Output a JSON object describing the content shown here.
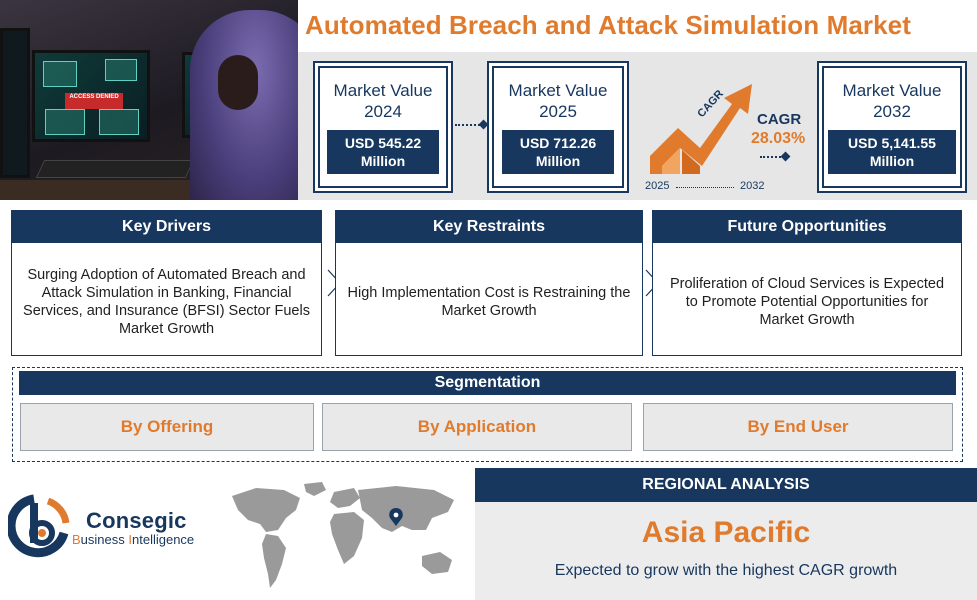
{
  "title": "Automated Breach and Attack Simulation Market",
  "hero": {
    "screen_text": "ACCESS DENIED"
  },
  "market_values": [
    {
      "label_line1": "Market Value",
      "label_line2": "2024",
      "value_line1": "USD 545.22",
      "value_line2": "Million"
    },
    {
      "label_line1": "Market Value",
      "label_line2": "2025",
      "value_line1": "USD 712.26",
      "value_line2": "Million"
    },
    {
      "label_line1": "Market Value",
      "label_line2": "2032",
      "value_line1": "USD 5,141.55",
      "value_line2": "Million"
    }
  ],
  "cagr": {
    "arrow_label": "CAGR",
    "label": "CAGR",
    "value": "28.03%",
    "start_year": "2025",
    "end_year": "2032"
  },
  "boxes": [
    {
      "header": "Key Drivers",
      "text": "Surging Adoption of Automated Breach and Attack Simulation in Banking, Financial Services, and Insurance (BFSI) Sector Fuels Market Growth"
    },
    {
      "header": "Key Restraints",
      "text": "High Implementation Cost is Restraining the Market Growth"
    },
    {
      "header": "Future Opportunities",
      "text": "Proliferation of Cloud Services is Expected to Promote Potential Opportunities for Market Growth"
    }
  ],
  "segmentation": {
    "header": "Segmentation",
    "items": [
      "By Offering",
      "By Application",
      "By End User"
    ]
  },
  "logo": {
    "name": "Consegic",
    "sub_b": "B",
    "sub_usiness": "usiness ",
    "sub_i": "I",
    "sub_ntelligence": "ntelligence"
  },
  "regional": {
    "header": "REGIONAL ANALYSIS",
    "region": "Asia Pacific",
    "description": "Expected to grow with the highest CAGR growth"
  },
  "colors": {
    "navy": "#17375e",
    "orange": "#e07b2e",
    "panel_gray": "#e6e6e6"
  }
}
